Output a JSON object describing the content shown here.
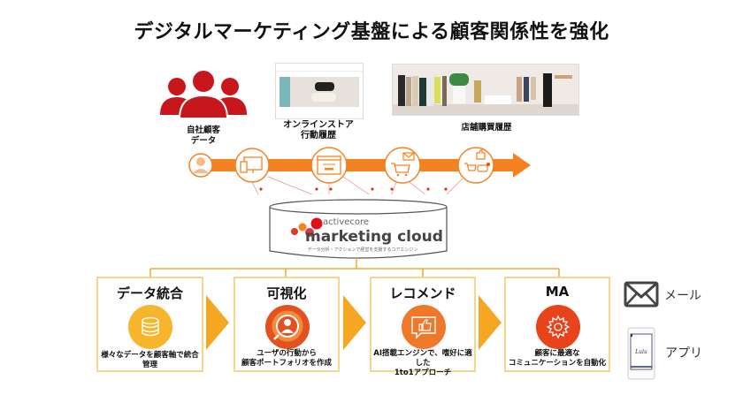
{
  "title": "デジタルマーケティング基盤による顧客関係性を強化",
  "sources": [
    {
      "label_line1": "自社顧客",
      "label_line2": "データ",
      "icon": "customer-group-icon"
    },
    {
      "label_line1": "オンラインストア",
      "label_line2": "行動履歴",
      "image": "online-store-screenshot"
    },
    {
      "label_line1": "店舗購買履歴",
      "label_line2": "",
      "image": "store-interior-photo"
    }
  ],
  "journey": {
    "steps": [
      "user-icon",
      "devices-icon",
      "web-page-icon",
      "cart-mail-icon",
      "cart-like-chat-icon"
    ],
    "color": "#f58220"
  },
  "platform": {
    "brand_small": "activecore",
    "brand_large": "marketing cloud",
    "tagline": "データ分析・アクションで経営を支援するコアエンジン"
  },
  "features": [
    {
      "title": "データ統合",
      "desc_line1": "様々なデータを顧客軸で統合管理",
      "desc_line2": "",
      "icon": "database-icon",
      "color": "#f7b52c"
    },
    {
      "title": "可視化",
      "desc_line1": "ユーザの行動から",
      "desc_line2": "顧客ポートフォリオを作成",
      "icon": "user-search-icon",
      "color": "#e2511f"
    },
    {
      "title": "レコメンド",
      "desc_line1": "AI搭載エンジンで、嗜好に適した",
      "desc_line2": "1to1アプローチ",
      "icon": "like-bubble-icon",
      "color": "#f0782a"
    },
    {
      "title": "MA",
      "desc_line1": "顧客に最適な",
      "desc_line2": "コミュニケーションを自動化",
      "icon": "gear-icon",
      "color": "#e8431a"
    }
  ],
  "channels": [
    {
      "label": "メール",
      "icon": "mail-icon"
    },
    {
      "label": "アプリ",
      "icon": "smartphone-app-icon"
    }
  ],
  "colors": {
    "accent_orange": "#f58220",
    "chevron": "#f5a623",
    "box_border": "#f6d58f",
    "red_icon": "#c8161d"
  }
}
